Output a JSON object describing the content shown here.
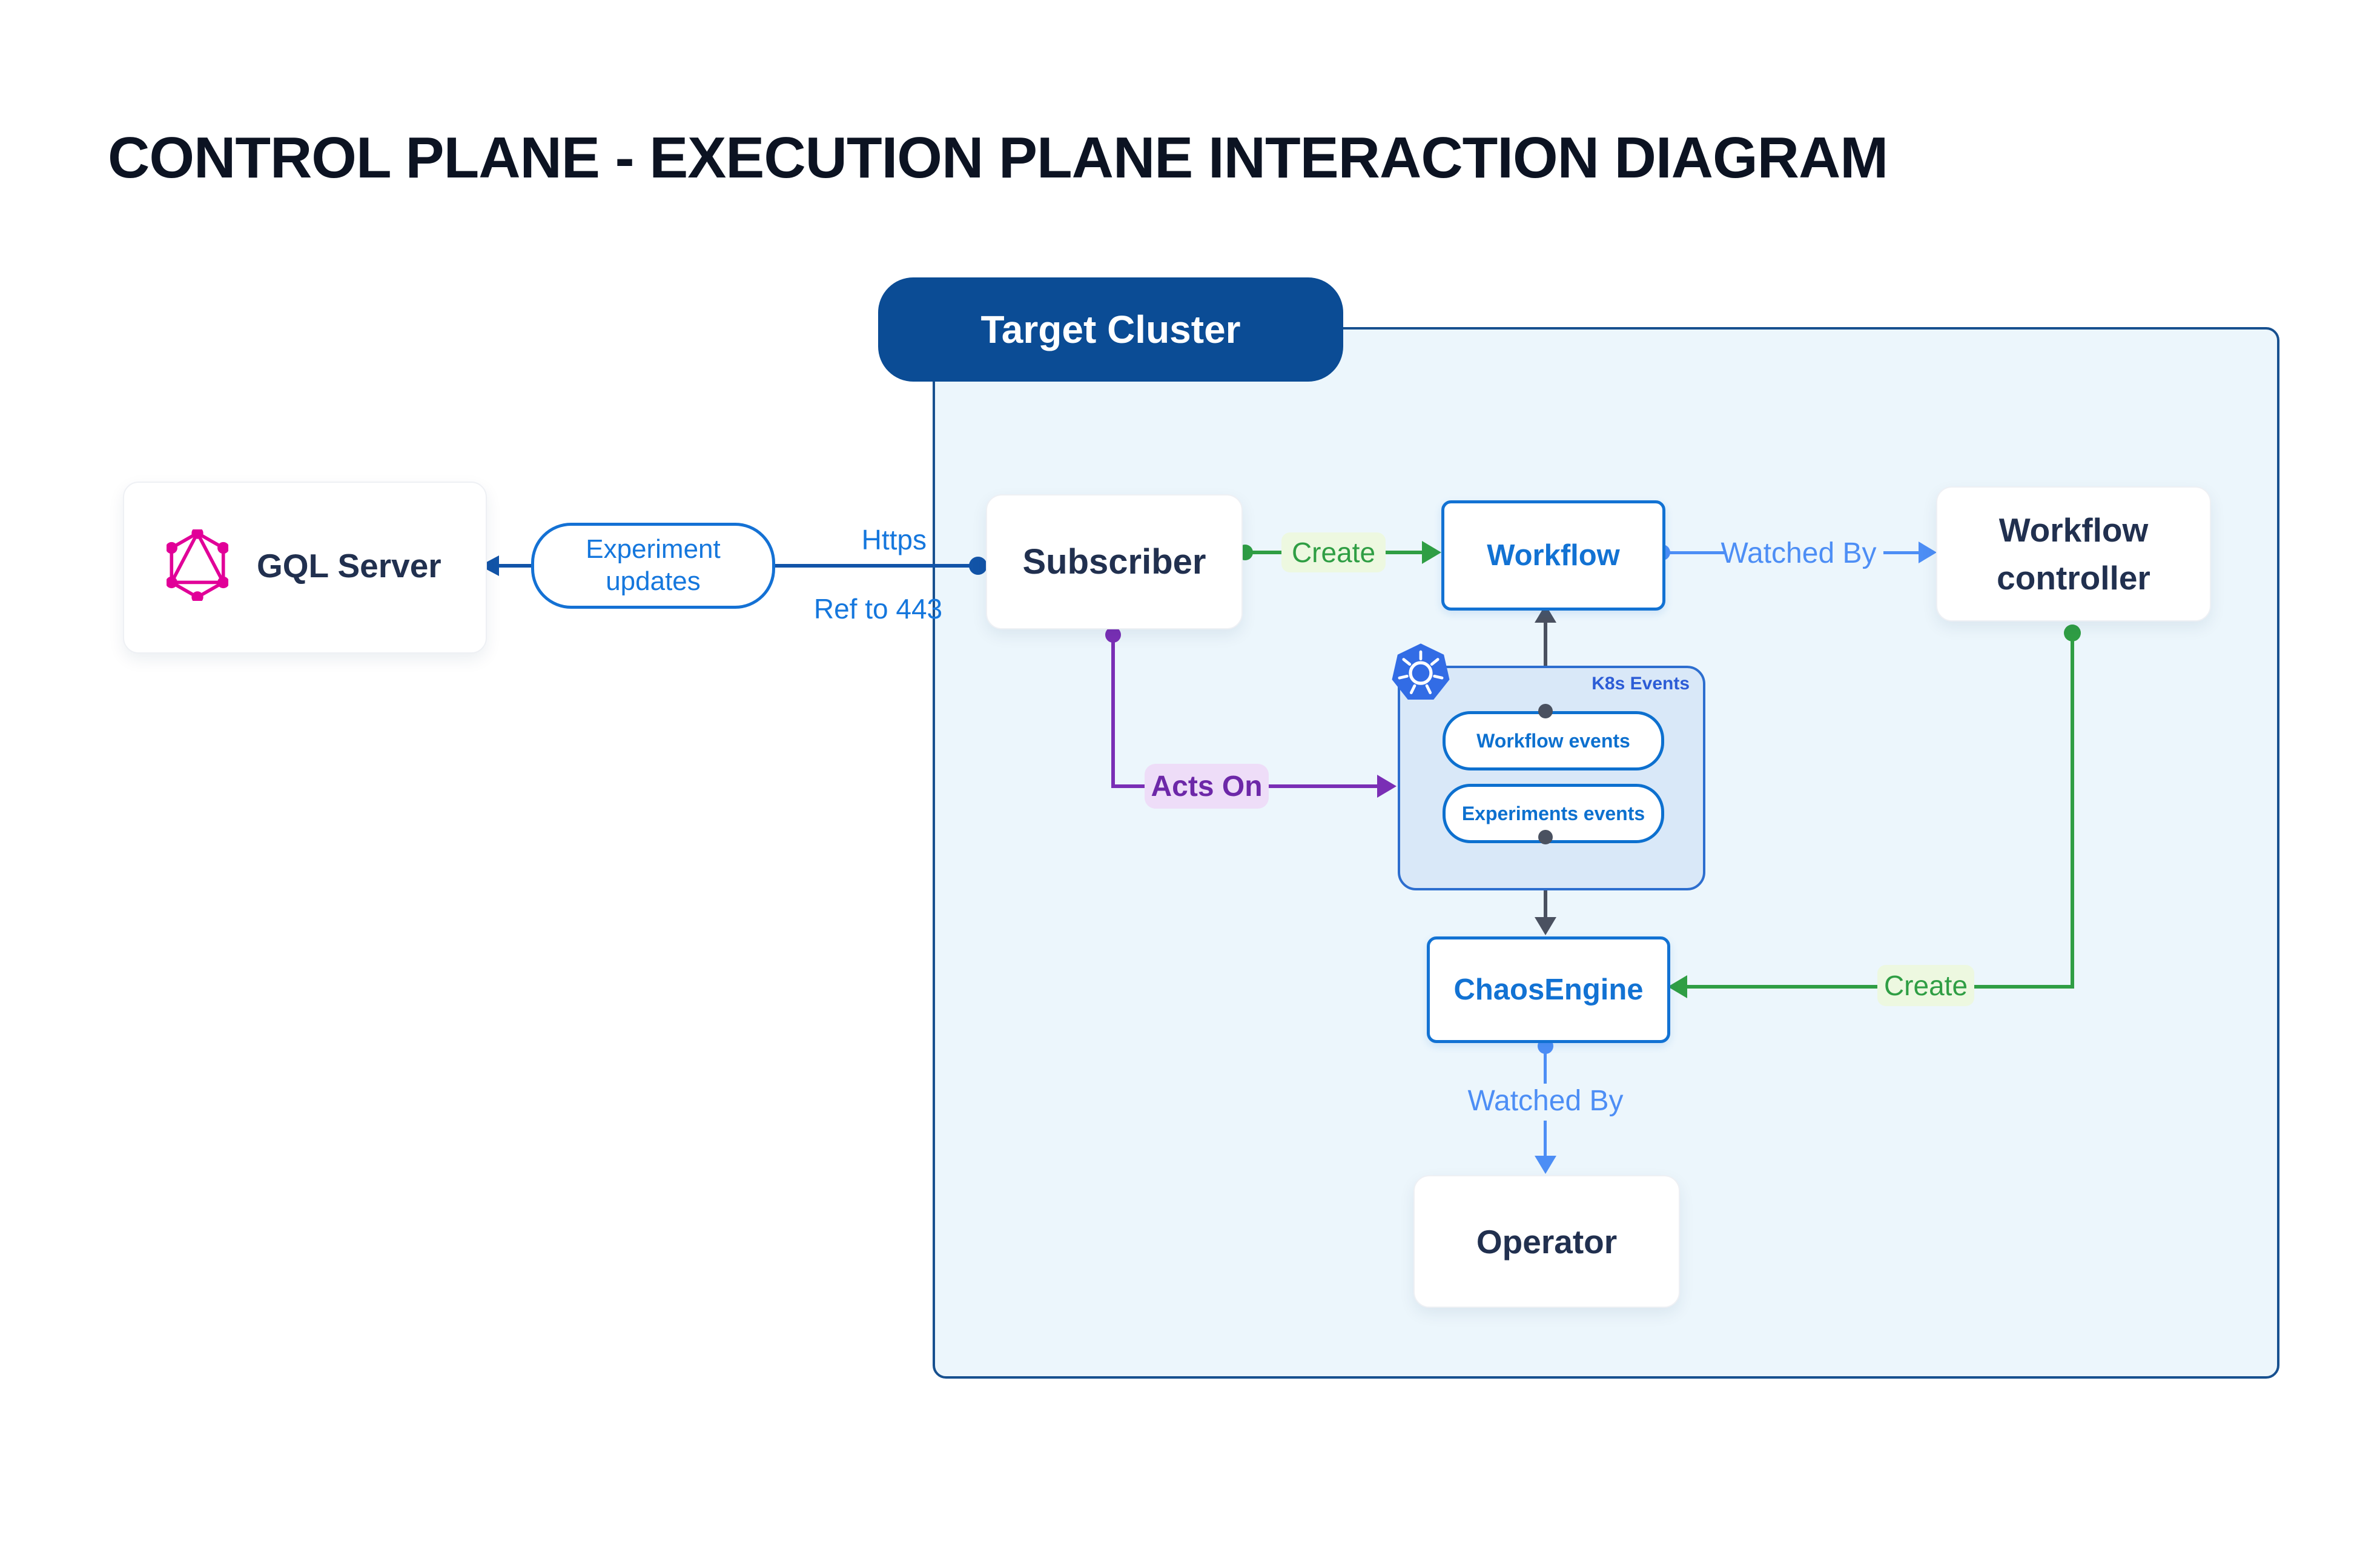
{
  "title": "CONTROL PLANE - EXECUTION PLANE INTERACTION DIAGRAM",
  "cluster": {
    "label": "Target Cluster"
  },
  "nodes": {
    "gql_server": {
      "label": "GQL Server",
      "icon": "graphql-icon"
    },
    "subscriber": {
      "label": "Subscriber"
    },
    "workflow": {
      "label": "Workflow"
    },
    "workflow_controller": {
      "label": "Workflow controller"
    },
    "chaos_engine": {
      "label": "ChaosEngine"
    },
    "operator": {
      "label": "Operator"
    },
    "k8s_events": {
      "label": "K8s Events",
      "icon": "kubernetes-icon",
      "workflow_events": "Workflow events",
      "experiments_events": "Experiments events"
    }
  },
  "edges": {
    "experiment_updates": {
      "label": "Experiment updates",
      "annotation_top": "Https",
      "annotation_bottom": "Ref to 443"
    },
    "subscriber_creates_workflow": {
      "label": "Create"
    },
    "workflow_watched_by": {
      "label": "Watched By"
    },
    "subscriber_acts_on": {
      "label": "Acts On"
    },
    "controller_creates_chaosengine": {
      "label": "Create"
    },
    "chaosengine_watched_by": {
      "label": "Watched By"
    }
  },
  "colors": {
    "title_text": "#0c1322",
    "navy_node_text": "#21304f",
    "cluster_fill": "#ecf6fc",
    "cluster_border": "#17508f",
    "cluster_pill_fill": "#0b4c95",
    "primary_blue": "#1272d3",
    "dark_blue_line": "#1254a8",
    "light_blue_line": "#4d8ef5",
    "green_line": "#2f9e44",
    "green_chip_bg": "#edf8e0",
    "purple_line": "#7a2fb5",
    "purple_chip_bg": "#eeddf8",
    "purple_chip_text": "#6d28a8",
    "gray_line": "#4a5160",
    "k8s_group_fill": "#d9e8f8",
    "k8s_group_border": "#2d6ecf",
    "k8s_label_text": "#2c5cd6",
    "event_pill_border": "#0d70cf",
    "graphql_pink": "#e10098",
    "kubernetes_blue": "#326ce5"
  }
}
